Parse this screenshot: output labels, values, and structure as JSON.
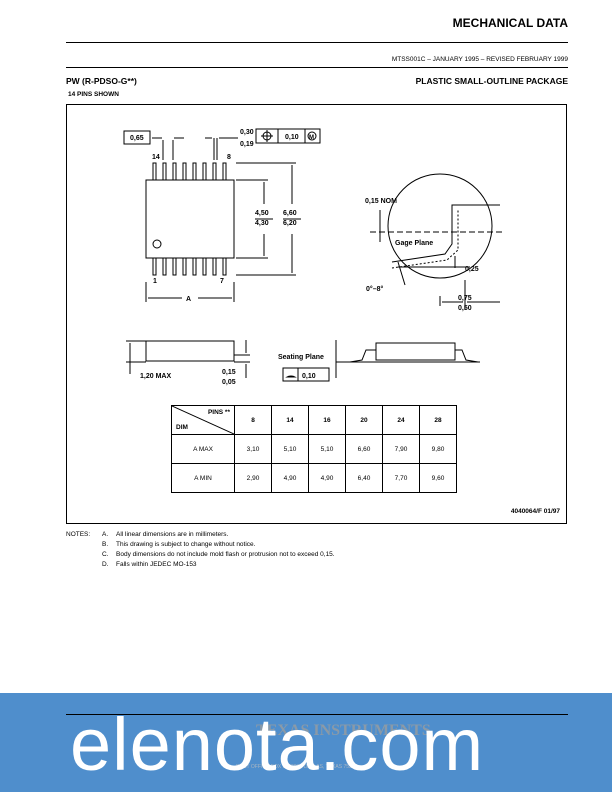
{
  "header": {
    "title": "MECHANICAL DATA",
    "revision": "MTSS001C – JANUARY 1995 – REVISED FEBRUARY 1999"
  },
  "package": {
    "id": "PW (R-PDSO-G**)",
    "name": "PLASTIC SMALL-OUTLINE PACKAGE",
    "pins_shown": "14 PINS SHOWN"
  },
  "drawing": {
    "top_view": {
      "pitch": "0,65",
      "lead_width_max": "0,30",
      "lead_width_min": "0,19",
      "tolerance": "0,10",
      "tolerance_ref": "M",
      "pin_14": "14",
      "pin_8": "8",
      "pin_1": "1",
      "pin_7": "7",
      "body_width_max": "4,50",
      "body_width_min": "4,30",
      "overall_width_max": "6,60",
      "overall_width_min": "6,20",
      "length_label": "A"
    },
    "detail": {
      "nom": "0,15 NOM",
      "gage_plane": "Gage Plane",
      "gage_value": "0,25",
      "angle": "0°–8°",
      "foot_max": "0,75",
      "foot_min": "0,50"
    },
    "side_view": {
      "height_max": "1,20 MAX",
      "standoff_max": "0,15",
      "standoff_min": "0,05",
      "seating_plane": "Seating Plane",
      "coplanarity": "0,10"
    }
  },
  "table": {
    "corner_top": "PINS **",
    "corner_bottom": "DIM",
    "pins": [
      "8",
      "14",
      "16",
      "20",
      "24",
      "28"
    ],
    "rows": [
      {
        "label": "A  MAX",
        "values": [
          "3,10",
          "5,10",
          "5,10",
          "6,60",
          "7,90",
          "9,80"
        ]
      },
      {
        "label": "A  MIN",
        "values": [
          "2,90",
          "4,90",
          "4,90",
          "6,40",
          "7,70",
          "9,60"
        ]
      }
    ]
  },
  "doc_number": "4040064/F 01/97",
  "notes": {
    "label": "NOTES:",
    "items": [
      {
        "letter": "A.",
        "text": "All linear dimensions are in millimeters."
      },
      {
        "letter": "B.",
        "text": "This drawing is subject to change without notice."
      },
      {
        "letter": "C.",
        "text": "Body dimensions do not include mold flash or protrusion not to exceed 0,15."
      },
      {
        "letter": "D.",
        "text": "Falls within JEDEC MO-153"
      }
    ]
  },
  "footer": {
    "brand": "TEXAS INSTRUMENTS",
    "address": "POST OFFICE BOX 655303 • DALLAS, TEXAS 75265"
  },
  "watermark": {
    "text": "elenota.com",
    "color": "#1e6ebe"
  }
}
